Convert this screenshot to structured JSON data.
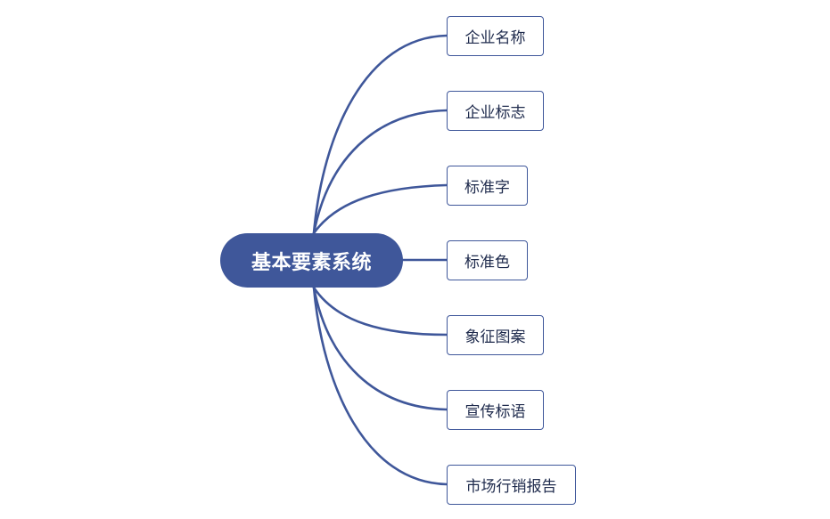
{
  "mindmap": {
    "central": "基本要素系统",
    "branches": [
      "企业名称",
      "企业标志",
      "标准字",
      "标准色",
      "象征图案",
      "宣传标语",
      "市场行销报告"
    ]
  },
  "colors": {
    "accent": "#3f579a",
    "connector": "#3f579a",
    "node_text": "#1f2b4d",
    "background": "#ffffff"
  }
}
